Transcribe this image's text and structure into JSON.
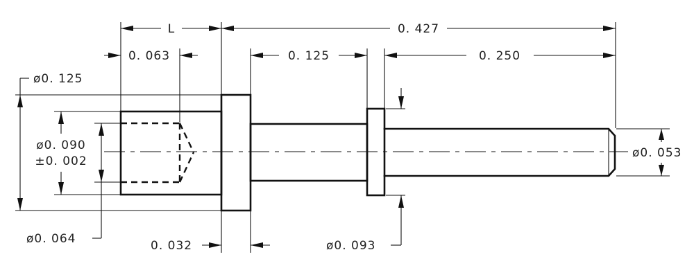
{
  "dimensions": {
    "length_l": "L",
    "overall_length": "0. 427",
    "bore_depth": "0. 063",
    "shank_length": "0. 125",
    "pin_length": "0. 250",
    "flange_diameter": "ø0. 125",
    "bore_diameter": "ø0. 090",
    "bore_tolerance": "±0. 002",
    "tip_diameter": "ø0. 053",
    "outer_diameter": "ø0. 064",
    "flange_thickness": "0. 032",
    "collar_diameter": "ø0. 093"
  }
}
